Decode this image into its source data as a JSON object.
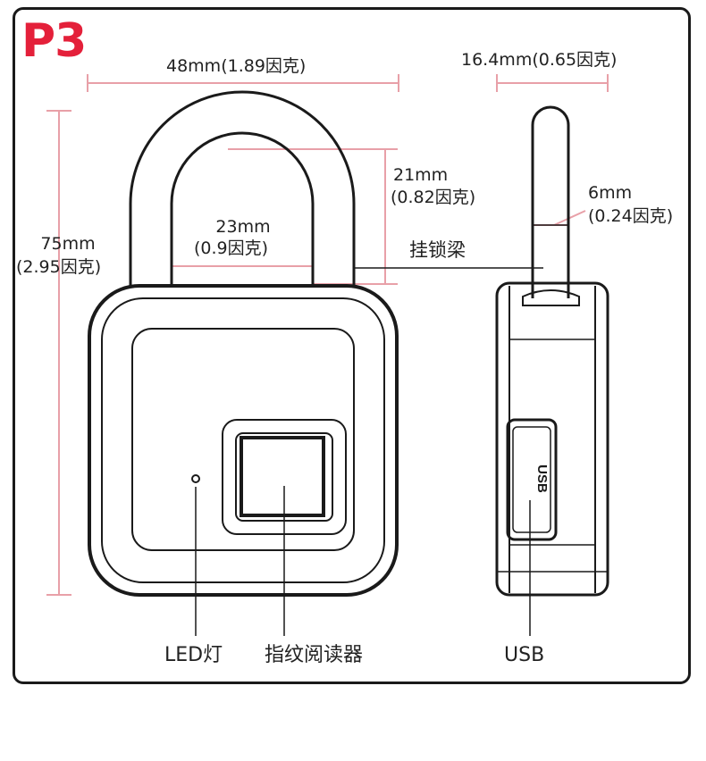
{
  "model_label": "P3",
  "dimensions": {
    "width": "48mm(1.89因克)",
    "side_width": "16.4mm(0.65因克)",
    "height_mm": "75mm",
    "height_in": "(2.95因克)",
    "shackle_height_mm": "21mm",
    "shackle_height_in": "(0.82因克)",
    "shackle_inner_width_mm": "23mm",
    "shackle_inner_width_in": "(0.9因克)",
    "shackle_thickness_mm": "6mm",
    "shackle_thickness_in": "(0.24因克)"
  },
  "callouts": {
    "shackle": "挂锁梁",
    "led": "LED灯",
    "fingerprint_reader": "指纹阅读器",
    "usb": "USB"
  },
  "usb_port_text": "USB",
  "colors": {
    "model_label": "#e4203a",
    "dimension_line": "#e8a0a8",
    "outline": "#1a1a1a"
  }
}
